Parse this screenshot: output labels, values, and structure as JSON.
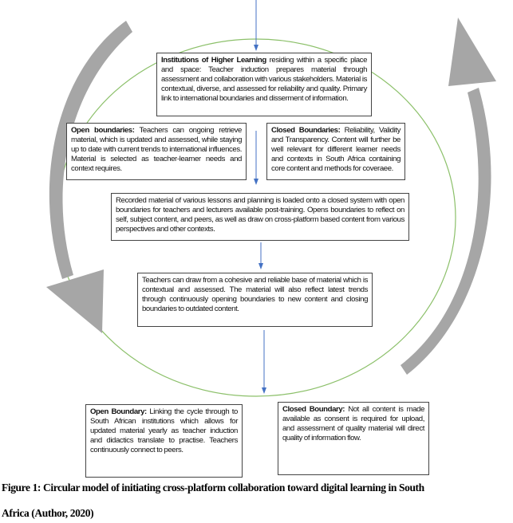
{
  "boxes": {
    "institutions": {
      "title": "Institutions of Higher Learning",
      "text": " residing within a specific place and space: Teacher induction prepares material through assessment and collaboration with various stakeholders. Material is contextual, diverse, and assessed for reliability and quality. Primary link to international boundaries and disserment of information."
    },
    "open_boundaries": {
      "title": "Open boundaries:",
      "text": " Teachers can ongoing retrieve material, which is updated and assessed, while staying up to date with current trends to international influences. Material is selected as teacher-learner needs and context requires."
    },
    "closed_boundaries": {
      "title": "Closed Boundaries:",
      "text": " Reliability, Validity and Transparency. Content will further be well relevant for different learner needs and contexts in South Africa containing core content and methods for coveraee."
    },
    "recorded": {
      "text": "Recorded material of various lessons and planning is loaded onto a closed system with open boundaries for teachers and lecturers available post-training. Opens boundaries to reflect on self, subject content, and peers, as well as draw on cross-platform based content from various perspectives and other contexts."
    },
    "teachers": {
      "text": "Teachers can draw from a cohesive and reliable base of material which is contextual and assessed. The material will also reflect latest trends through continuously opening boundaries to new content and closing boundaries to outdated content."
    },
    "open_boundary": {
      "title": "Open Boundary:",
      "text": " Linking the cycle through to South African institutions which allows for updated material yearly as teacher induction and didactics translate to practise. Teachers continuously connect to peers."
    },
    "closed_boundary": {
      "title": "Closed Boundary:",
      "text": " Not all content is made available as consent is required for upload, and assessment of quality material will direct quality of information flow."
    }
  },
  "caption": {
    "line1": "Figure 1: Circular model of initiating cross-platform collaboration toward digital learning in South",
    "line2": "Africa (Author, 2020)"
  },
  "colors": {
    "circle": "#8cc06a",
    "arrow_blue": "#4472c4",
    "arrow_gray": "#a6a6a6",
    "box_border": "#444444"
  }
}
